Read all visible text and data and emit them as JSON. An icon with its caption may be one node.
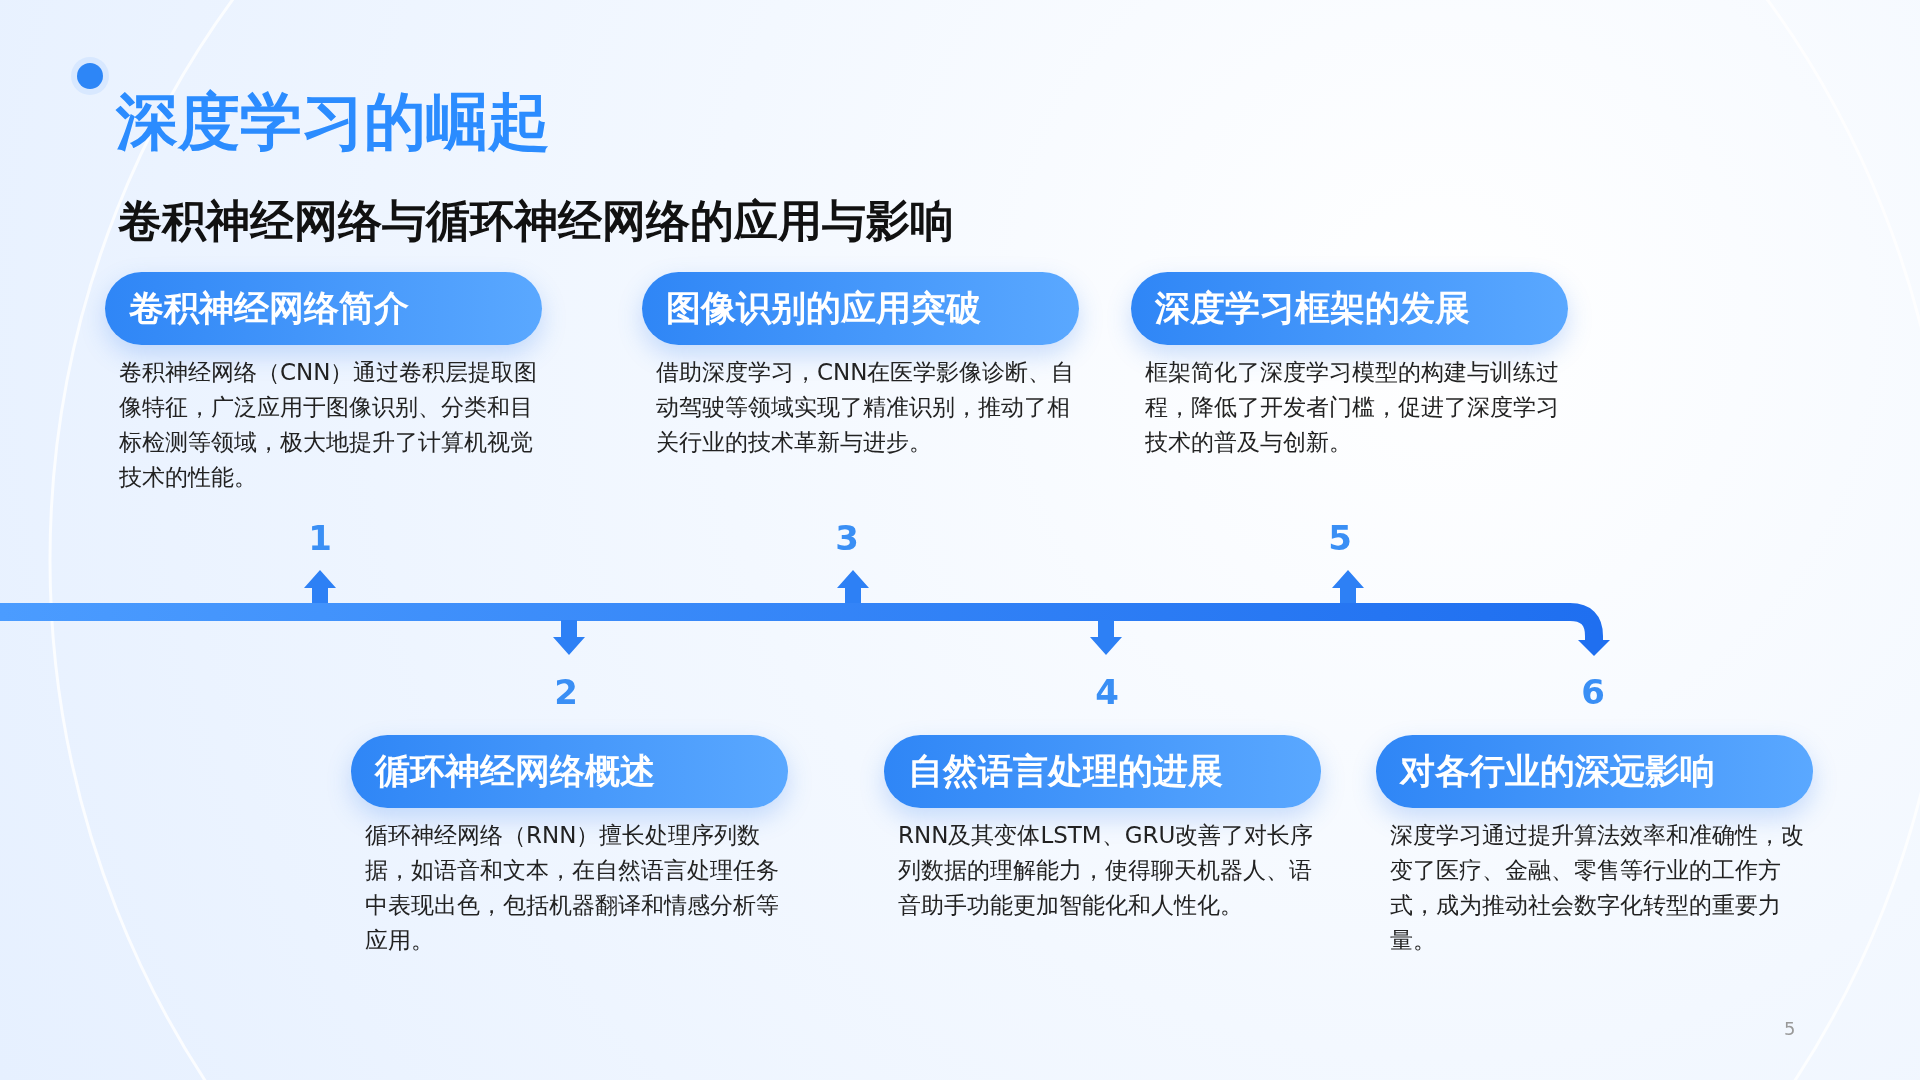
{
  "diagram": {
    "title": "深度学习的崛起",
    "caption": "卷积神经网络与循环神经网络的应用与影响",
    "nodes": [
      {
        "text": [
          "卷积神经网络简介"
        ],
        "beside": [
          "卷积神经网络（CNN）通过卷积层提取图像特征，广泛应用于图像识别、分类和目标检测等领域，极大地提升了计算机视觉技术的性能。"
        ]
      },
      {
        "text": [
          "循环神经网络概述"
        ],
        "beside": [
          "循环神经网络（RNN）擅长处理序列数据，如语音和文本，在自然语言处理任务中表现出色，包括机器翻译和情感分析等应用。"
        ]
      },
      {
        "text": [
          "图像识别的应用突破"
        ],
        "beside": [
          "借助深度学习，CNN在医学影像诊断、自动驾驶等领域实现了精准识别，推动了相关行业的技术革新与进步。"
        ]
      },
      {
        "text": [
          "自然语言处理的进展"
        ],
        "beside": [
          "RNN及其变体LSTM、GRU改善了对长序列数据的理解能力，使得聊天机器人、语音助手功能更加智能化和人性化。"
        ]
      },
      {
        "text": [
          "深度学习框架的发展"
        ],
        "beside": [
          "框架简化了深度学习模型的构建与训练过程，降低了开发者门槛，促进了深度学习技术的普及与创新。"
        ]
      },
      {
        "text": [
          "对各行业的深远影响"
        ],
        "beside": [
          "深度学习通过提升算法效率和准确性，改变了医疗、金融、零售等行业的工作方式，成为推动社会数字化转型的重要力量。"
        ]
      }
    ],
    "labels": [
      "1",
      "2",
      "3",
      "4",
      "5",
      "6",
      "5"
    ]
  }
}
